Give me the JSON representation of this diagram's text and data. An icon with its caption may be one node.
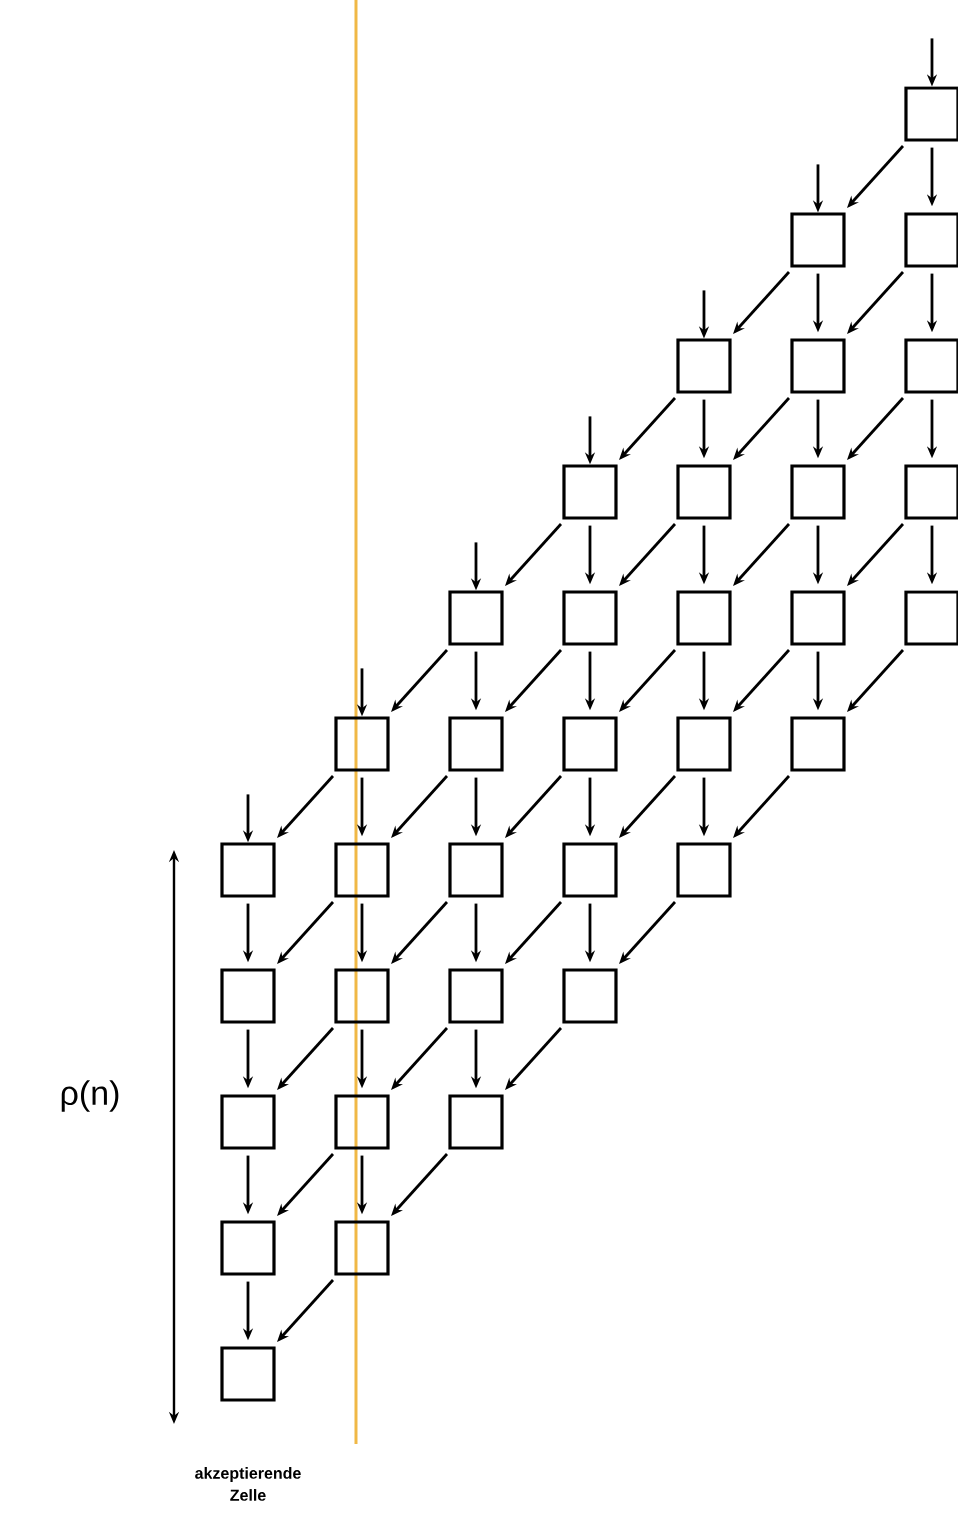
{
  "diagram": {
    "nodes": [
      {
        "text": [],
        "shape": "box"
      },
      {
        "text": [],
        "shape": "box"
      },
      {
        "text": [],
        "shape": "box"
      },
      {
        "text": [],
        "shape": "box"
      },
      {
        "text": [],
        "shape": "box"
      },
      {
        "text": [],
        "shape": "box"
      },
      {
        "text": [],
        "shape": "box"
      },
      {
        "text": [],
        "shape": "box"
      },
      {
        "text": [],
        "shape": "box"
      },
      {
        "text": [],
        "shape": "box"
      },
      {
        "text": [],
        "shape": "box"
      },
      {
        "text": [],
        "shape": "box"
      },
      {
        "text": [],
        "shape": "box"
      },
      {
        "text": [],
        "shape": "box"
      },
      {
        "text": [],
        "shape": "box"
      },
      {
        "text": [],
        "shape": "box"
      },
      {
        "text": [],
        "shape": "box"
      },
      {
        "text": [],
        "shape": "box"
      },
      {
        "text": [],
        "shape": "box"
      },
      {
        "text": [],
        "shape": "box"
      },
      {
        "text": [],
        "shape": "box"
      },
      {
        "text": [],
        "shape": "box"
      },
      {
        "text": [],
        "shape": "box"
      },
      {
        "text": [],
        "shape": "box"
      },
      {
        "text": [],
        "shape": "box"
      },
      {
        "text": [],
        "shape": "box"
      },
      {
        "text": [],
        "shape": "box"
      },
      {
        "text": [],
        "shape": "box"
      },
      {
        "text": [],
        "shape": "box"
      },
      {
        "text": [],
        "shape": "box"
      },
      {
        "text": [],
        "shape": "box"
      },
      {
        "text": [],
        "shape": "box"
      },
      {
        "text": [],
        "shape": "box"
      },
      {
        "text": [],
        "shape": "box"
      },
      {
        "text": [],
        "shape": "box"
      }
    ],
    "edges": [
      {
        "from": null,
        "to": 0,
        "arrow": "to"
      },
      {
        "from": null,
        "to": 1,
        "arrow": "to"
      },
      {
        "from": null,
        "to": 3,
        "arrow": "to"
      },
      {
        "from": null,
        "to": 6,
        "arrow": "to"
      },
      {
        "from": null,
        "to": 10,
        "arrow": "to"
      },
      {
        "from": null,
        "to": 15,
        "arrow": "to"
      },
      {
        "from": null,
        "to": 20,
        "arrow": "to"
      },
      {
        "from": 0,
        "to": 2,
        "arrow": "to"
      },
      {
        "from": 0,
        "to": 1,
        "arrow": "to"
      },
      {
        "from": 1,
        "to": 4,
        "arrow": "to"
      },
      {
        "from": 1,
        "to": 3,
        "arrow": "to"
      },
      {
        "from": 2,
        "to": 5,
        "arrow": "to"
      },
      {
        "from": 2,
        "to": 4,
        "arrow": "to"
      },
      {
        "from": 3,
        "to": 7,
        "arrow": "to"
      },
      {
        "from": 3,
        "to": 6,
        "arrow": "to"
      },
      {
        "from": 4,
        "to": 8,
        "arrow": "to"
      },
      {
        "from": 4,
        "to": 7,
        "arrow": "to"
      },
      {
        "from": 5,
        "to": 9,
        "arrow": "to"
      },
      {
        "from": 5,
        "to": 8,
        "arrow": "to"
      },
      {
        "from": 6,
        "to": 11,
        "arrow": "to"
      },
      {
        "from": 6,
        "to": 10,
        "arrow": "to"
      },
      {
        "from": 7,
        "to": 12,
        "arrow": "to"
      },
      {
        "from": 7,
        "to": 11,
        "arrow": "to"
      },
      {
        "from": 8,
        "to": 13,
        "arrow": "to"
      },
      {
        "from": 8,
        "to": 12,
        "arrow": "to"
      },
      {
        "from": 9,
        "to": 14,
        "arrow": "to"
      },
      {
        "from": 9,
        "to": 13,
        "arrow": "to"
      },
      {
        "from": 10,
        "to": 16,
        "arrow": "to"
      },
      {
        "from": 10,
        "to": 15,
        "arrow": "to"
      },
      {
        "from": 11,
        "to": 17,
        "arrow": "to"
      },
      {
        "from": 11,
        "to": 16,
        "arrow": "to"
      },
      {
        "from": 12,
        "to": 18,
        "arrow": "to"
      },
      {
        "from": 12,
        "to": 17,
        "arrow": "to"
      },
      {
        "from": 13,
        "to": 19,
        "arrow": "to"
      },
      {
        "from": 13,
        "to": 18,
        "arrow": "to"
      },
      {
        "from": 14,
        "to": 19,
        "arrow": "to"
      },
      {
        "from": 15,
        "to": 21,
        "arrow": "to"
      },
      {
        "from": 15,
        "to": 20,
        "arrow": "to"
      },
      {
        "from": 16,
        "to": 22,
        "arrow": "to"
      },
      {
        "from": 16,
        "to": 21,
        "arrow": "to"
      },
      {
        "from": 17,
        "to": 23,
        "arrow": "to"
      },
      {
        "from": 17,
        "to": 22,
        "arrow": "to"
      },
      {
        "from": 18,
        "to": 24,
        "arrow": "to"
      },
      {
        "from": 18,
        "to": 23,
        "arrow": "to"
      },
      {
        "from": 19,
        "to": 24,
        "arrow": "to"
      },
      {
        "from": 20,
        "to": 25,
        "arrow": "to"
      },
      {
        "from": 21,
        "to": 26,
        "arrow": "to"
      },
      {
        "from": 21,
        "to": 25,
        "arrow": "to"
      },
      {
        "from": 22,
        "to": 27,
        "arrow": "to"
      },
      {
        "from": 22,
        "to": 26,
        "arrow": "to"
      },
      {
        "from": 23,
        "to": 28,
        "arrow": "to"
      },
      {
        "from": 23,
        "to": 27,
        "arrow": "to"
      },
      {
        "from": 24,
        "to": 28,
        "arrow": "to"
      },
      {
        "from": 25,
        "to": 29,
        "arrow": "to"
      },
      {
        "from": 26,
        "to": 30,
        "arrow": "to"
      },
      {
        "from": 26,
        "to": 29,
        "arrow": "to"
      },
      {
        "from": 27,
        "to": 31,
        "arrow": "to"
      },
      {
        "from": 27,
        "to": 30,
        "arrow": "to"
      },
      {
        "from": 28,
        "to": 31,
        "arrow": "to"
      },
      {
        "from": 29,
        "to": 32,
        "arrow": "to"
      },
      {
        "from": 30,
        "to": 33,
        "arrow": "to"
      },
      {
        "from": 30,
        "to": 32,
        "arrow": "to"
      },
      {
        "from": 31,
        "to": 33,
        "arrow": "to"
      },
      {
        "from": 32,
        "to": 34,
        "arrow": "to"
      },
      {
        "from": 33,
        "to": 34,
        "arrow": "to"
      }
    ],
    "labels": [
      "ρ(n)",
      "akzeptierende Zelle"
    ]
  }
}
